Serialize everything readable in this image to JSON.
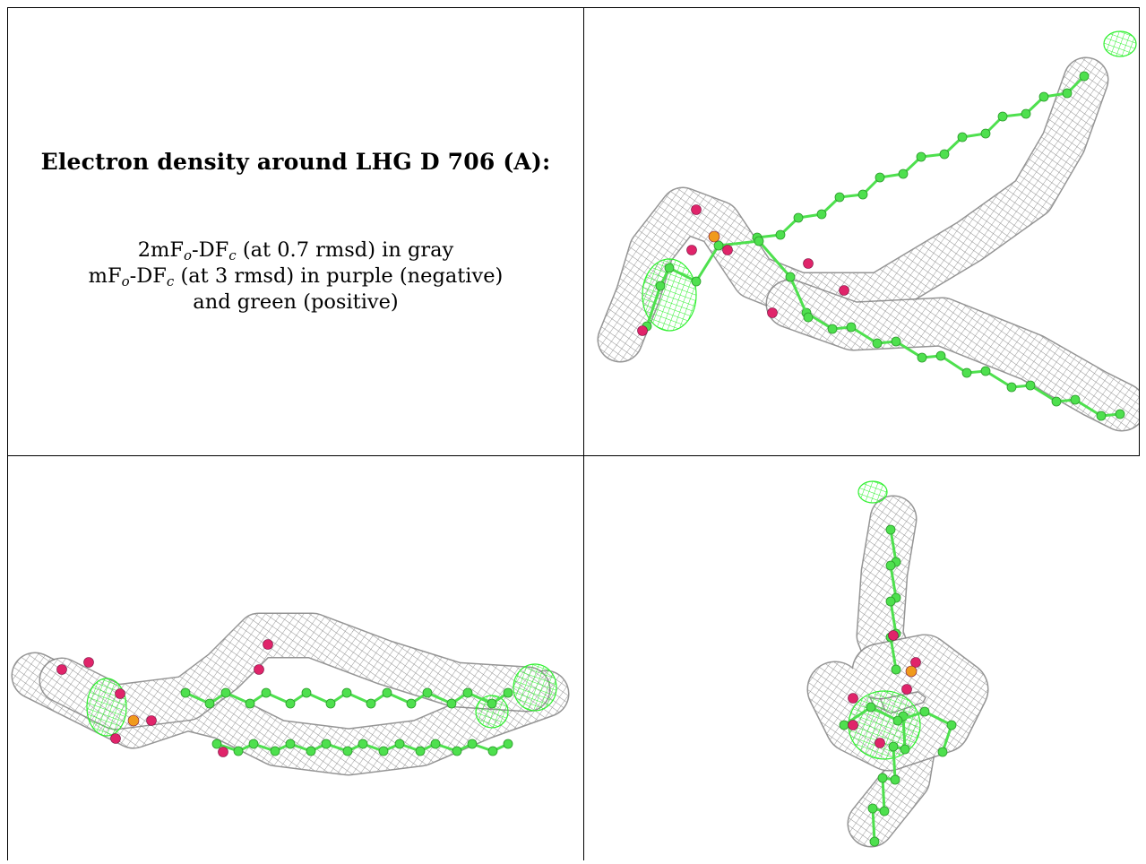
{
  "caption": {
    "title": "Electron density around LHG D 706 (A):",
    "line1": {
      "pre": "2mF",
      "s1": "o",
      "mid": "-DF",
      "s2": "c",
      "post": " (at 0.7 rmsd) in gray"
    },
    "line2": {
      "pre": "mF",
      "s1": "o",
      "mid": "-DF",
      "s2": "c",
      "post": " (at 3 rmsd) in purple (negative)"
    },
    "line3": "and green (positive)"
  },
  "colors": {
    "mesh_gray": "#8f8f8f",
    "carbon_green": "#4ee04e",
    "oxygen_red": "#e0246a",
    "phosphorus_orange": "#f09a1c",
    "positive_green": "#2ef02e",
    "negative_purple": "#c040c0"
  },
  "views": [
    {
      "name": "view-top-right"
    },
    {
      "name": "view-bottom-left"
    },
    {
      "name": "view-bottom-right"
    }
  ]
}
